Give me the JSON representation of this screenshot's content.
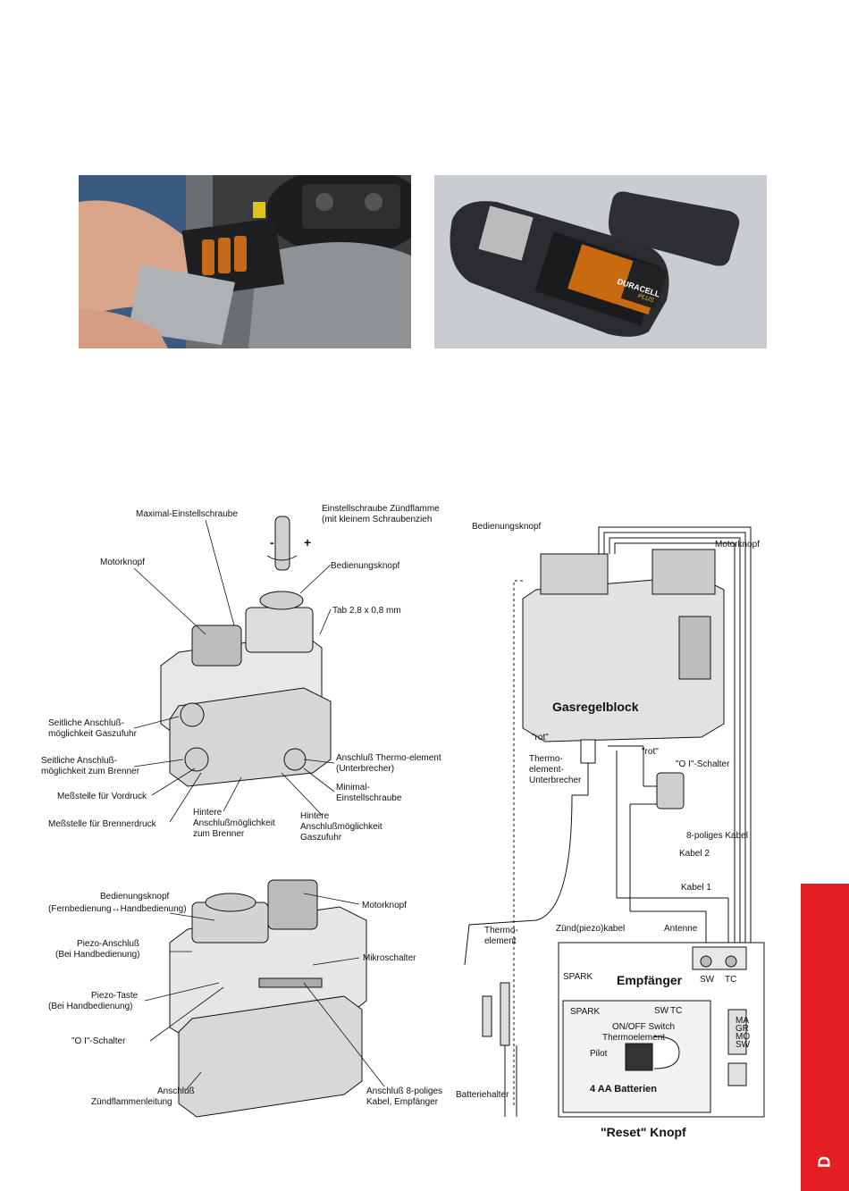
{
  "photos": {
    "left_alt": "",
    "right_brand": "DURACELL",
    "right_sub": "PLUS"
  },
  "valve_top": {
    "l1": "Maximal-Einstellschraube",
    "l2": "Einstellschraube Zündflamme",
    "l3": "(mit kleinem Schraubenzieh",
    "l4": "Motorknopf",
    "l5": "Bedienungsknopf",
    "l6": "Tab 2,8 x 0,8 mm",
    "l7": "Seitliche Anschluß-",
    "l8": "möglichkeit Gaszufuhr",
    "l9": "Seitliche Anschluß-",
    "l10": "möglichkeit zum Brenner",
    "l11": "Anschluß Thermo-element",
    "l12": "(Unterbrecher)",
    "l13": "Minimal-",
    "l14": "Einstellschraube",
    "l15": "Meßstelle für Vordruck",
    "l16": "Meßstelle für Brennerdruck",
    "l17": "Hintere",
    "l18": "Anschlußmöglichkeit",
    "l19": "zum Brenner",
    "l20": "Hintere",
    "l21": "Anschlußmöglichkeit",
    "l22": "Gaszufuhr",
    "minus": "-",
    "plus": "+"
  },
  "valve_bottom": {
    "l1": "Bedienungsknopf",
    "l2": "(Fernbedienung↔Handbedienung)",
    "l3": "Motorknopf",
    "l4": "Piezo-Anschluß",
    "l5": "(Bei Handbedienung)",
    "l6": "Mikroschalter",
    "l7": "Piezo-Taste",
    "l8": "(Bei Handbedienung)",
    "l9": "\"O I\"-Schalter",
    "l10": "Anschluß",
    "l11": "Zündflammenleitung",
    "l12": "Anschluß 8-poliges",
    "l13": "Kabel, Empfänger"
  },
  "wiring": {
    "bedienungsknopf": "Bedienungsknopf",
    "motorknopf": "Motorknopf",
    "gasregelblock": "Gasregelblock",
    "rot1": "\"rot\"",
    "rot2": "\"rot\"",
    "thermo1": "Thermo-",
    "thermo2": "element-",
    "thermo3": "Unterbrecher",
    "oi": "\"O I\"-Schalter",
    "kabel8": "8-poliges Kabel",
    "kabel2": "Kabel 2",
    "kabel1": "Kabel 1",
    "antenne": "Antenne",
    "thermoel1": "Thermo-",
    "thermoel2": "element",
    "zuend": "Zünd(piezo)kabel",
    "spark": "SPARK",
    "empfaenger": "Empfänger",
    "sw": "SW",
    "tc": "TC",
    "ma": "MA",
    "gr": "GR",
    "mo": "MO",
    "sw2": "SW",
    "spark2": "SPARK",
    "onoff": "ON/OFF Switch",
    "thermo_small": "Thermoelement",
    "pilot": "Pilot",
    "batt": "4 AA Batterien",
    "batteriehalter": "Batteriehalter",
    "reset": "\"Reset\" Knopf",
    "sw3": "SW",
    "tc3": "TC"
  },
  "tab": {
    "letter": "D"
  }
}
